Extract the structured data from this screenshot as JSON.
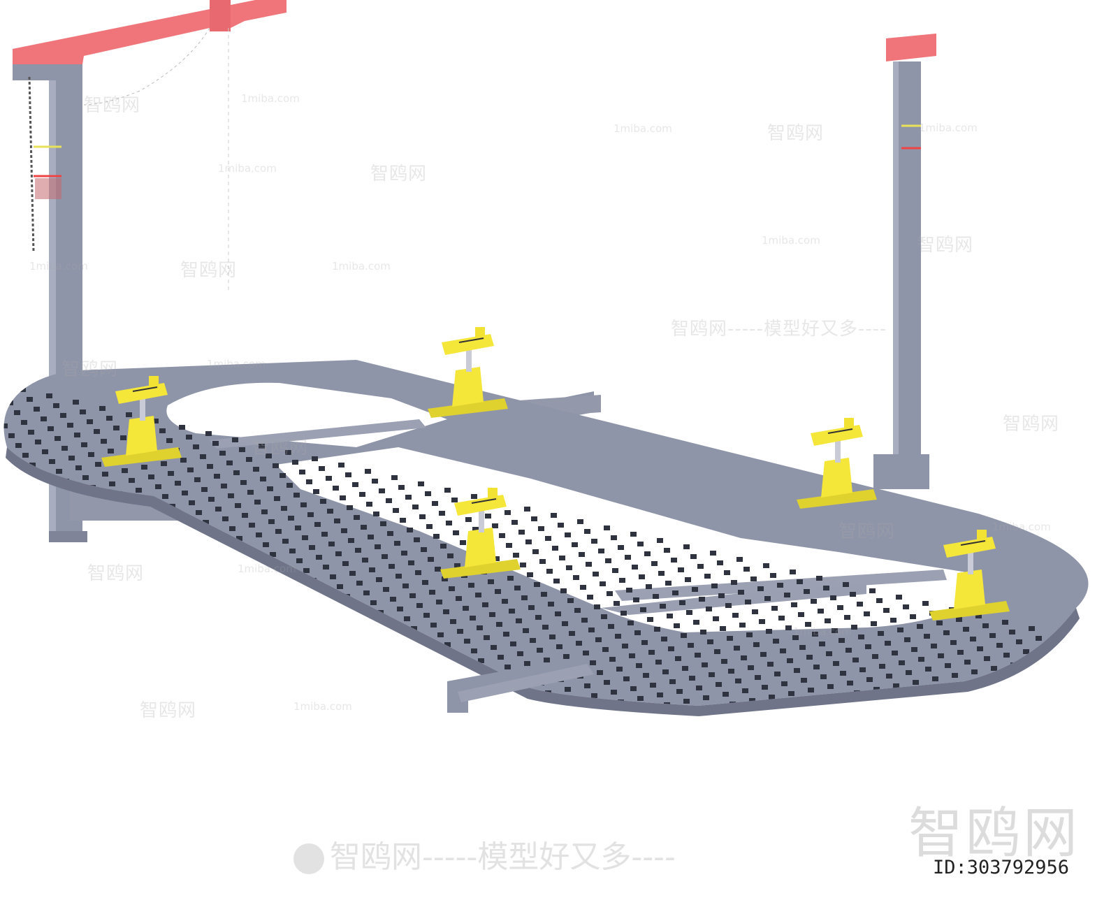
{
  "watermarks": {
    "site": "1miba.com",
    "cn_brand": "智鸥网",
    "slogan": "智鸥网-----模型好又多----",
    "brand_large": "智鸥网",
    "id_label": "ID:303792956"
  },
  "colors": {
    "frame": "#8f95a8",
    "frame_dark": "#6f7488",
    "frame_light": "#a8adbf",
    "clamp": "#f5e63a",
    "crossbeam": "#f0757a",
    "background": "#ffffff"
  }
}
